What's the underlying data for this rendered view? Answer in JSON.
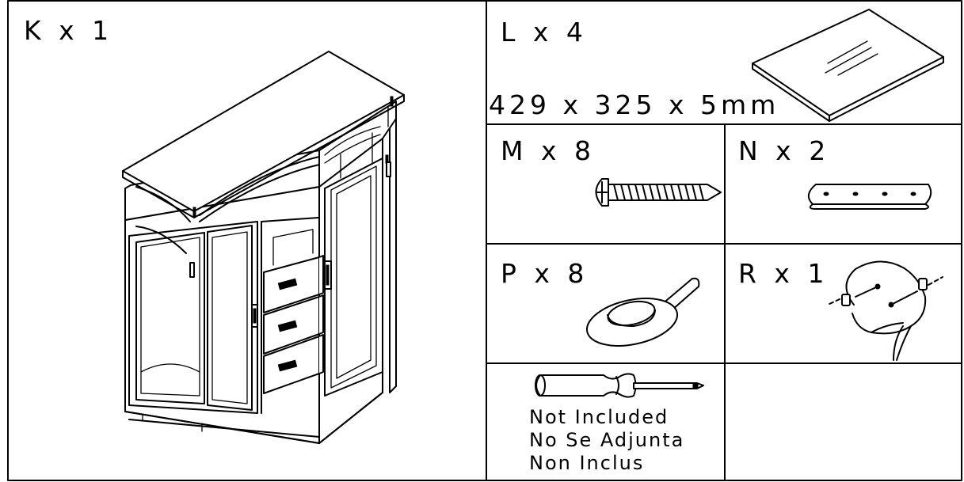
{
  "parts": {
    "k": {
      "label": "K x 1",
      "icon": "cabinet-icon"
    },
    "l": {
      "label": "L x 4",
      "dimensions": "429 x 325 x 5mm",
      "icon": "glass-shelf-icon"
    },
    "m": {
      "label": "M x 8",
      "icon": "screw-icon"
    },
    "n": {
      "label": "N x 2",
      "icon": "metal-strip-icon"
    },
    "p": {
      "label": "P x 8",
      "icon": "shelf-support-peg-icon"
    },
    "r": {
      "label": "R x 1",
      "icon": "anti-tip-strap-icon"
    }
  },
  "tool": {
    "icon": "screwdriver-icon",
    "notes": [
      "Not Included",
      "No Se Adjunta",
      "Non Inclus"
    ]
  }
}
